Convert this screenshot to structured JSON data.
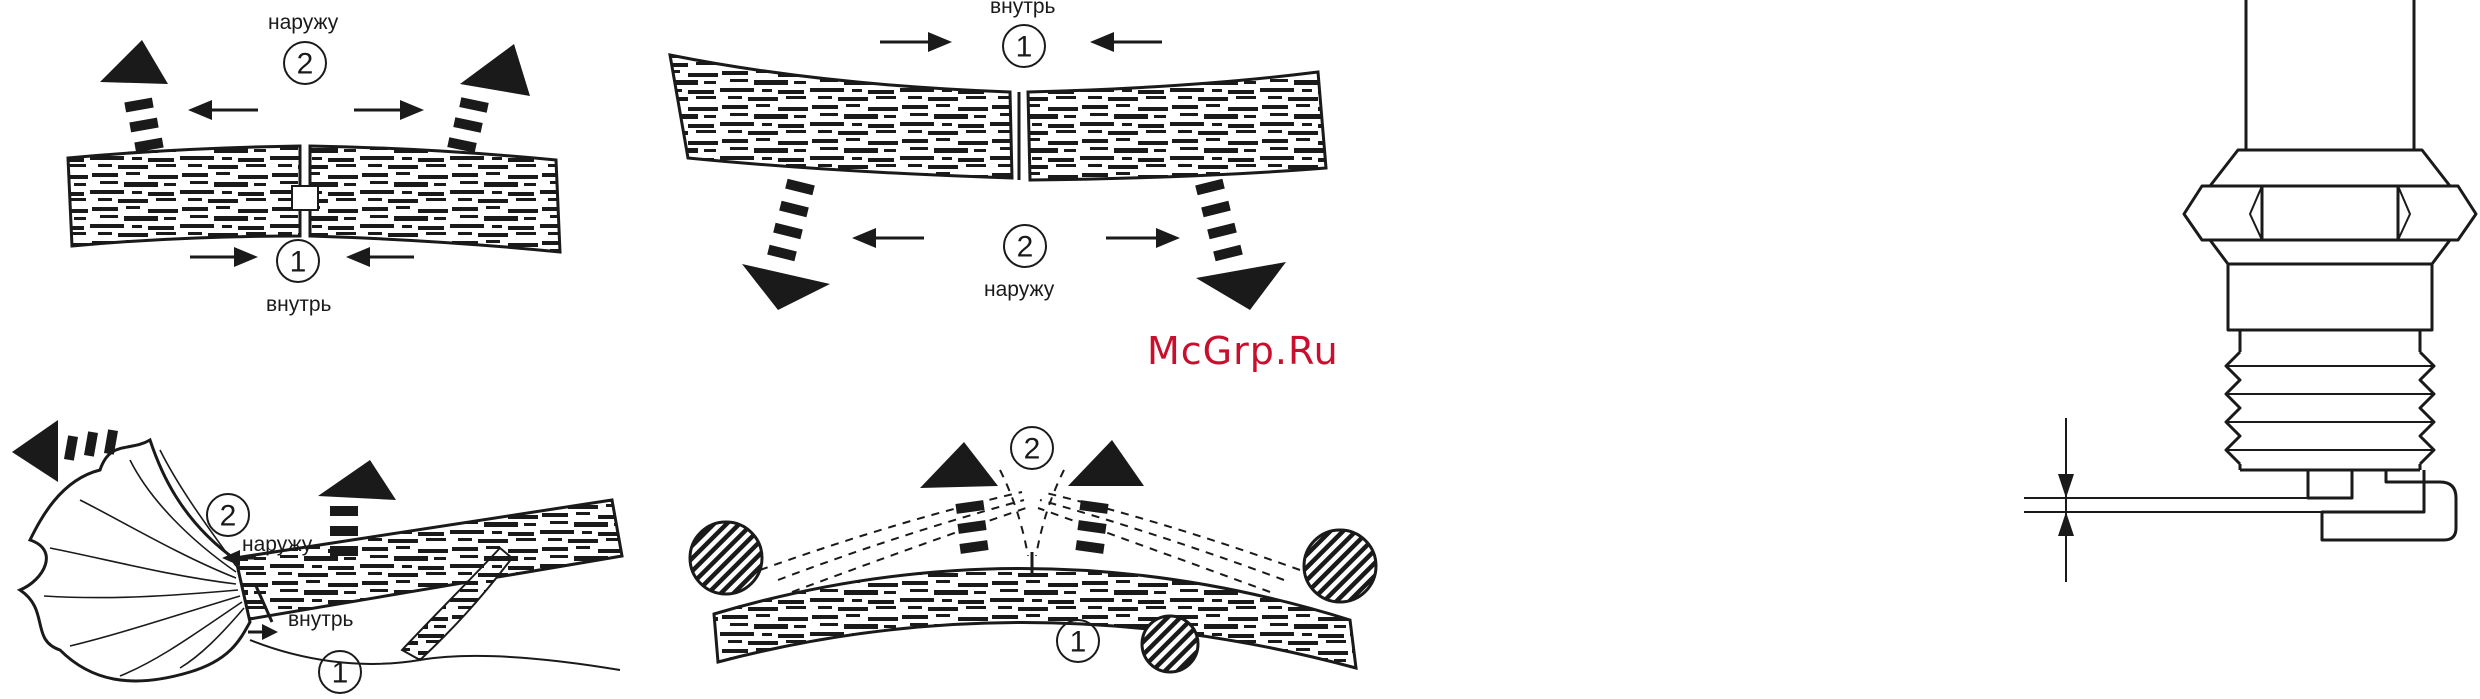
{
  "diagram": {
    "labels": {
      "outward": "наружу",
      "inward": "внутрь",
      "num_1": "1",
      "num_2": "2"
    },
    "watermark": "McGrp.Ru"
  },
  "colors": {
    "ink": "#1a1a1a",
    "watermark": "#c8102e",
    "background": "#ffffff"
  },
  "icons": [
    "arrow-right-icon",
    "arrow-left-icon",
    "dashed-arrow-icon",
    "roller-icon",
    "spark-plug-icon"
  ]
}
